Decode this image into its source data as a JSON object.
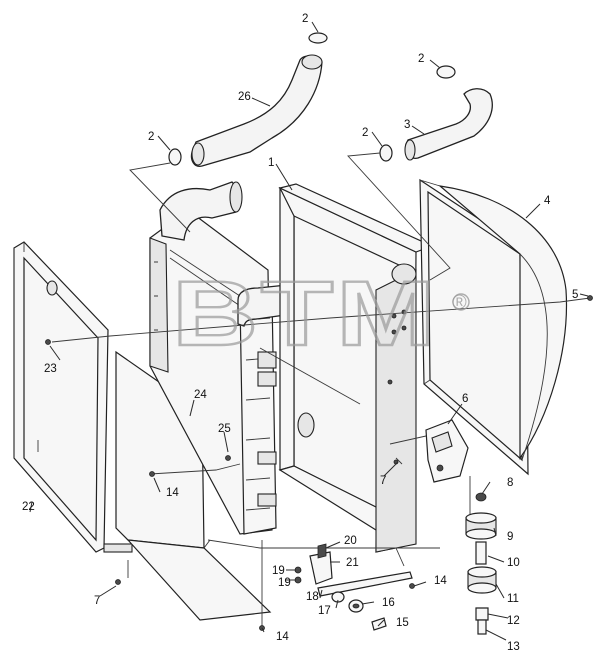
{
  "watermark": {
    "text": "BTM",
    "registered_mark": "®"
  },
  "callouts": [
    {
      "id": "c1",
      "label": "1"
    },
    {
      "id": "c2a",
      "label": "2"
    },
    {
      "id": "c2b",
      "label": "2"
    },
    {
      "id": "c2c",
      "label": "2"
    },
    {
      "id": "c2d",
      "label": "2"
    },
    {
      "id": "c3",
      "label": "3"
    },
    {
      "id": "c4",
      "label": "4"
    },
    {
      "id": "c5",
      "label": "5"
    },
    {
      "id": "c6",
      "label": "6"
    },
    {
      "id": "c7a",
      "label": "7"
    },
    {
      "id": "c7b",
      "label": "7"
    },
    {
      "id": "c8",
      "label": "8"
    },
    {
      "id": "c9",
      "label": "9"
    },
    {
      "id": "c10",
      "label": "10"
    },
    {
      "id": "c11",
      "label": "11"
    },
    {
      "id": "c12",
      "label": "12"
    },
    {
      "id": "c13",
      "label": "13"
    },
    {
      "id": "c14a",
      "label": "14"
    },
    {
      "id": "c14b",
      "label": "14"
    },
    {
      "id": "c14c",
      "label": "14"
    },
    {
      "id": "c15",
      "label": "15"
    },
    {
      "id": "c16",
      "label": "16"
    },
    {
      "id": "c17",
      "label": "17"
    },
    {
      "id": "c18",
      "label": "18"
    },
    {
      "id": "c19a",
      "label": "19"
    },
    {
      "id": "c19b",
      "label": "19"
    },
    {
      "id": "c20",
      "label": "20"
    },
    {
      "id": "c21",
      "label": "21"
    },
    {
      "id": "c22",
      "label": "22"
    },
    {
      "id": "c23",
      "label": "23"
    },
    {
      "id": "c24",
      "label": "24"
    },
    {
      "id": "c25",
      "label": "25"
    },
    {
      "id": "c26",
      "label": "26"
    }
  ]
}
